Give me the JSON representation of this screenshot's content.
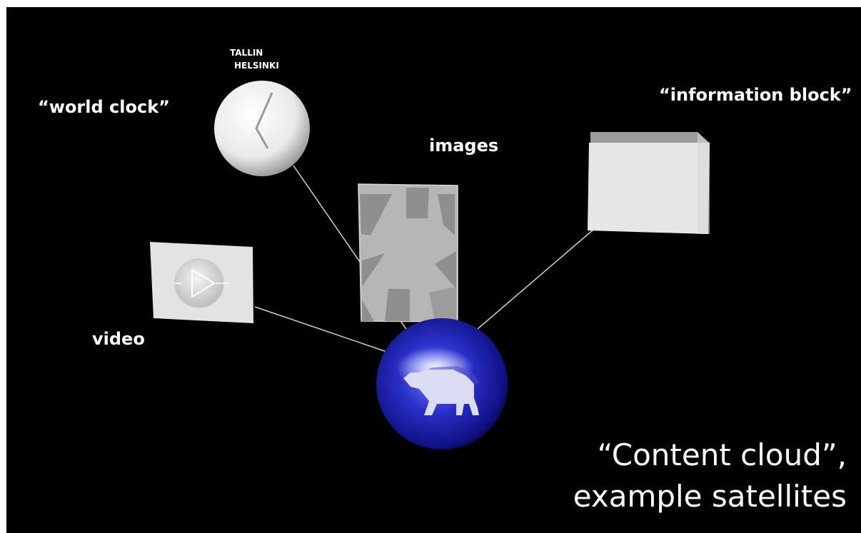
{
  "labels": {
    "world_clock": "“world clock”",
    "clock_cities": [
      "TALLIN",
      "HELSINKI"
    ],
    "images": "images",
    "information_block": "“information block”",
    "video": "video"
  },
  "caption": {
    "line1": "“Content cloud”,",
    "line2": "example satellites"
  },
  "icons": {
    "hub": "polar-bear-icon",
    "video": "play-icon",
    "clock": "clock-icon"
  },
  "colors": {
    "background": "#000000",
    "hub_blue": "#1a1fb0",
    "satellite_white": "#e6e6e6",
    "connector": "#cfcfcf",
    "text": "#ffffff"
  }
}
